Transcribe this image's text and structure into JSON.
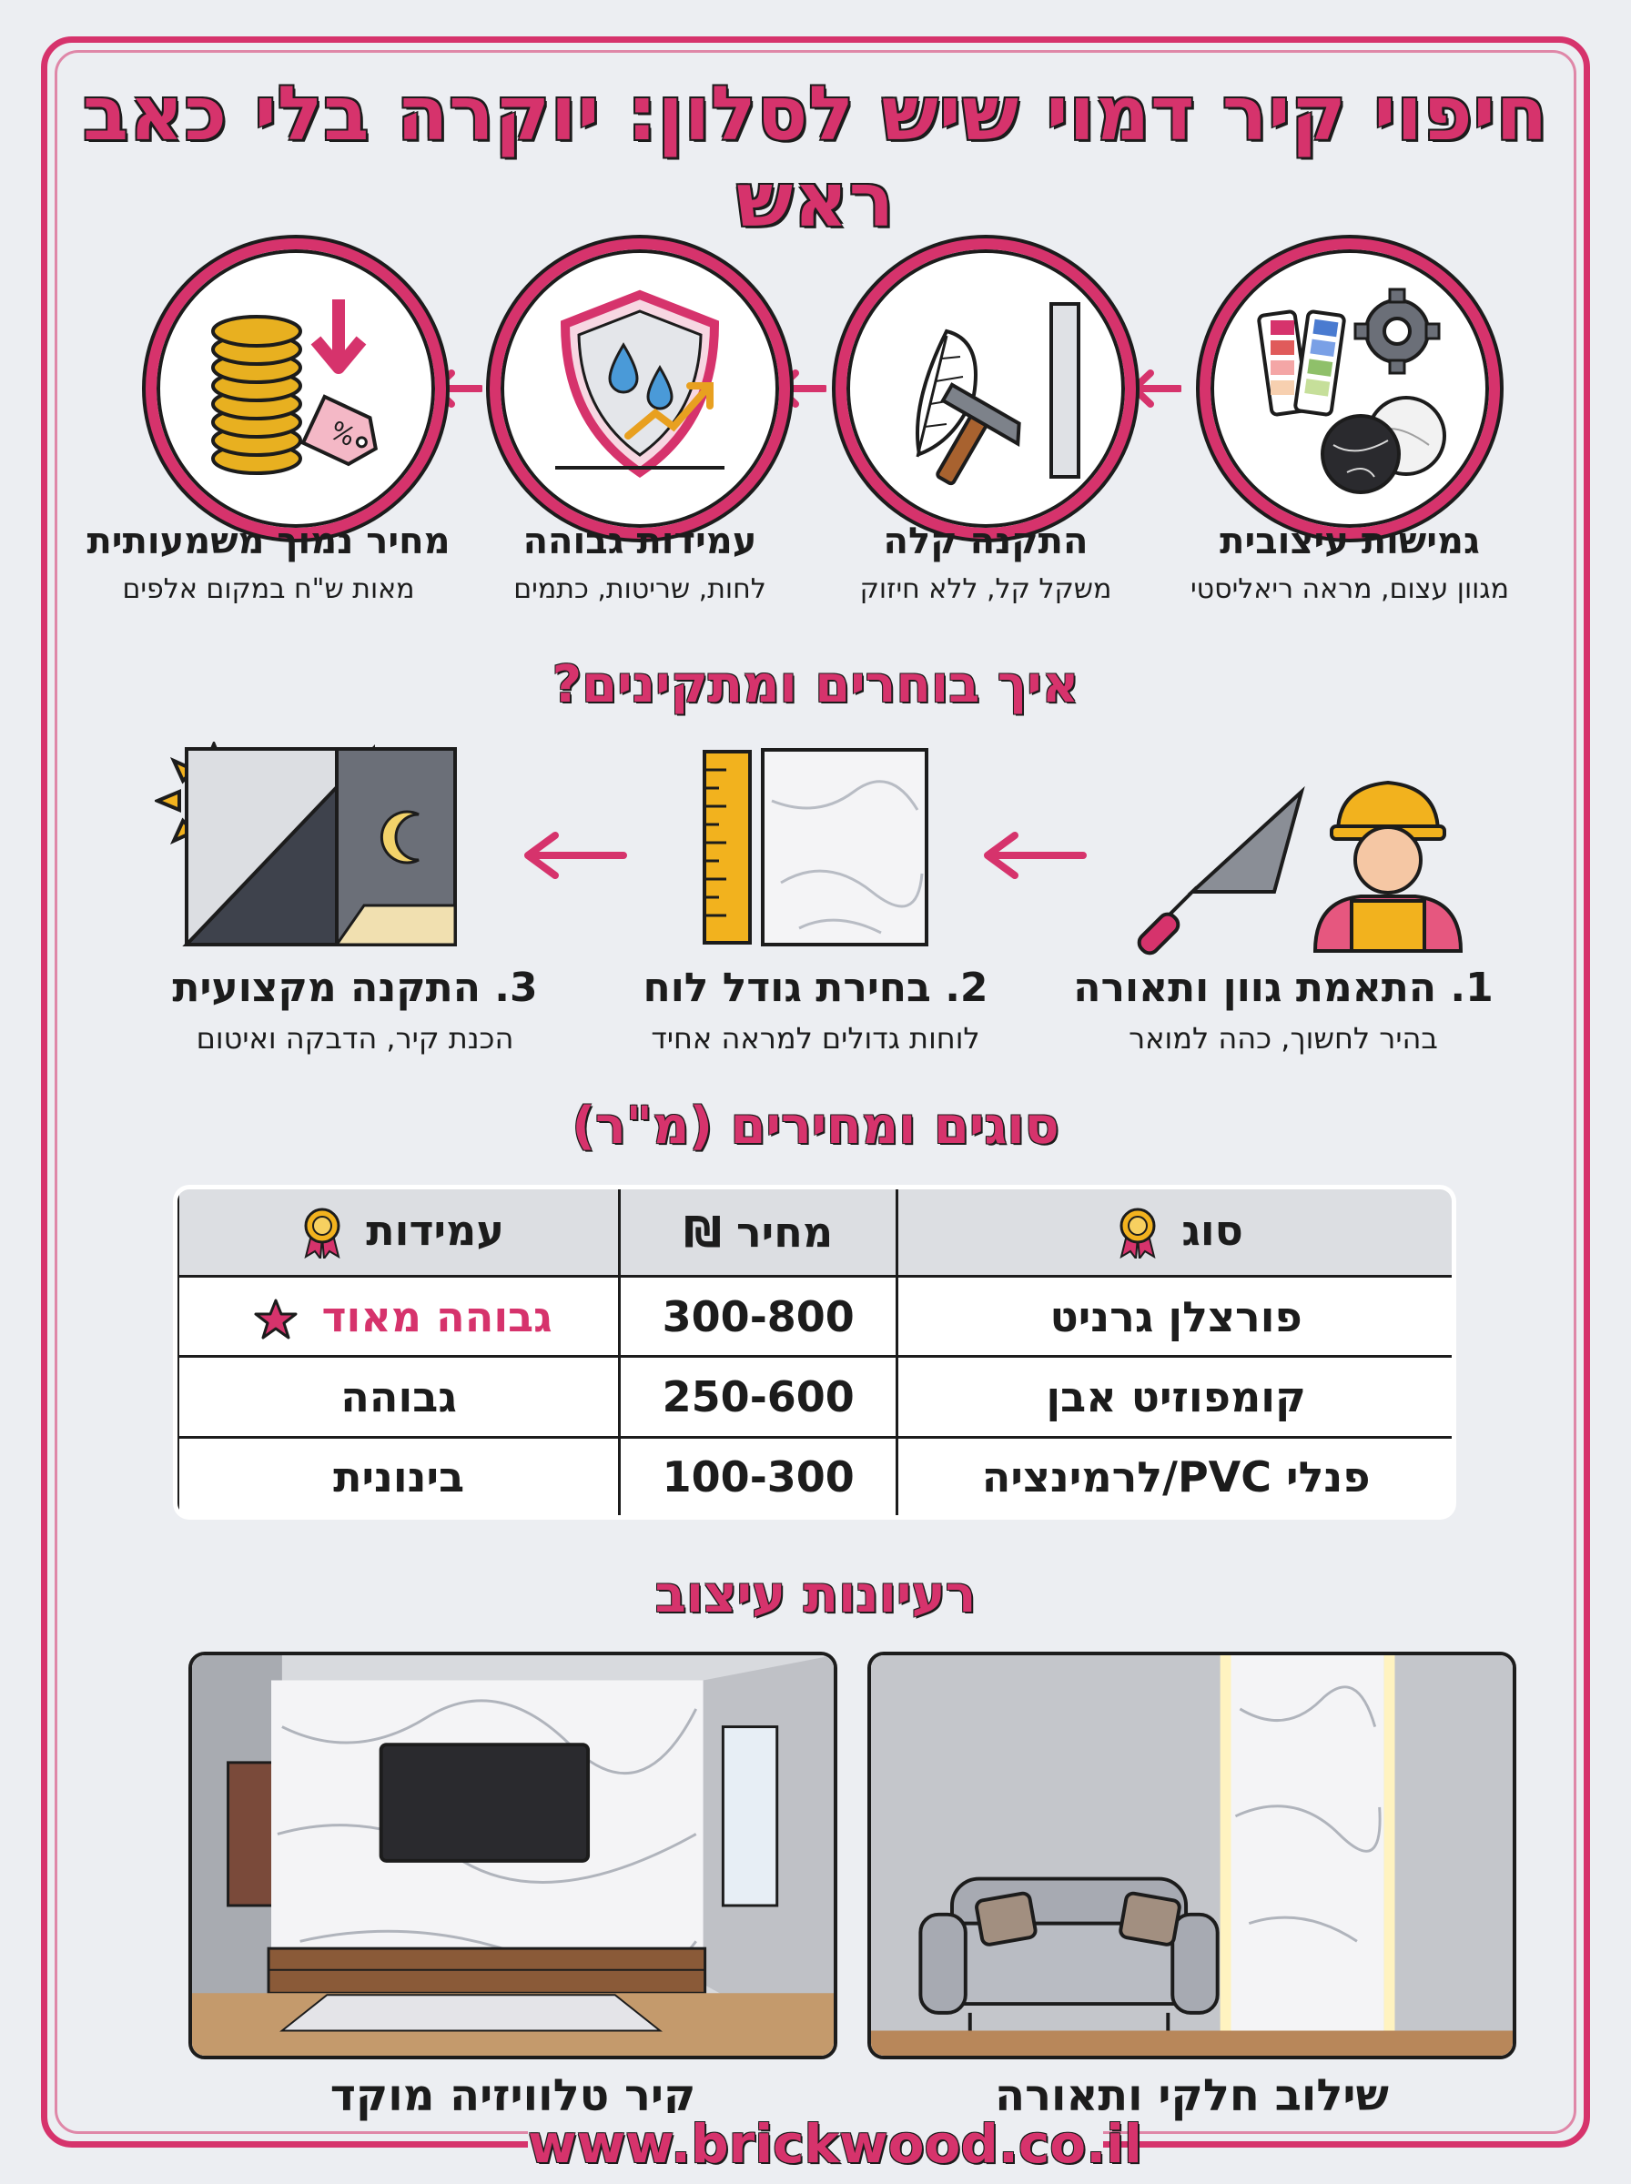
{
  "title": "חיפוי קיר דמוי שיש לסלון: יוקרה בלי כאב ראש",
  "features": [
    {
      "title": "גמישות עיצובית",
      "subtitle": "מגוון עצום, מראה ריאליסטי",
      "icon": "color-palette-icon"
    },
    {
      "title": "התקנה קלה",
      "subtitle": "משקל קל, ללא חיזוק",
      "icon": "feather-hammer-icon"
    },
    {
      "title": "עמידות גבוהה",
      "subtitle": "לחות, שריטות, כתמים",
      "icon": "shield-water-icon"
    },
    {
      "title": "מחיר נמוך משמעותית",
      "subtitle": "מאות ש\"ח במקום אלפים",
      "icon": "coins-price-icon"
    }
  ],
  "how_to": {
    "heading": "איך בוחרים ומתקינים?",
    "steps": [
      {
        "title": "1. התאמת גוון ותאורה",
        "subtitle": "בהיר לחשוך, כהה למואר"
      },
      {
        "title": "2. בחירת גודל לוח",
        "subtitle": "לוחות גדולים למראה אחיד"
      },
      {
        "title": "3. התקנה מקצועית",
        "subtitle": "הכנת קיר, הדבקה ואיטום"
      }
    ]
  },
  "prices": {
    "heading": "סוגים ומחירים (מ\"ר)",
    "columns": [
      "סוג",
      "מחיר ₪",
      "עמידות"
    ],
    "rows": [
      [
        "פורצלן גרניט",
        "300-800",
        "גבוהה מאוד"
      ],
      [
        "קומפוזיט אבן",
        "250-600",
        "גבוהה"
      ],
      [
        "פנלי PVC/לרמינציה",
        "100-300",
        "בינונית"
      ]
    ],
    "highlight_color": "#d6336c"
  },
  "ideas": {
    "heading": "רעיונות עיצוב",
    "items": [
      {
        "caption": "שילוב חלקי ותאורה"
      },
      {
        "caption": "קיר טלוויזיה מוקד"
      }
    ]
  },
  "footer": {
    "website": "www.brickwood.co.il"
  },
  "colors": {
    "accent": "#d6336c",
    "ink": "#1c1c1c",
    "background": "#eceef2"
  }
}
